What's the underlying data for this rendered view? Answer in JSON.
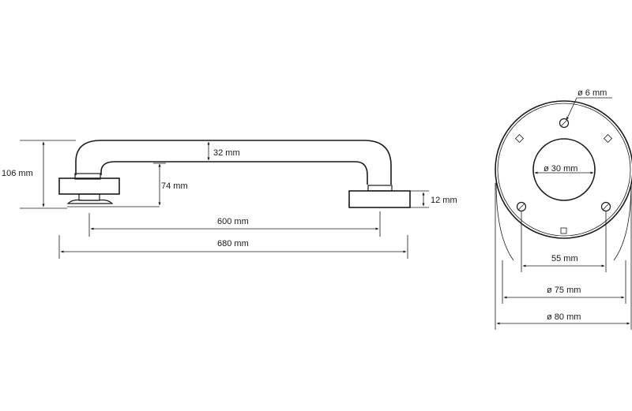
{
  "side_view": {
    "height_total": "106 mm",
    "tube_diameter": "32 mm",
    "clearance": "74 mm",
    "base_thickness": "12 mm",
    "center_distance": "600 mm",
    "overall_length": "680 mm"
  },
  "end_view": {
    "screw_hole": "ø 6 mm",
    "center_hole": "ø 30 mm",
    "hole_spacing": "55 mm",
    "inner_diameter": "ø 75 mm",
    "outer_diameter": "ø 80 mm"
  },
  "colors": {
    "ink": "#1a1a1a",
    "background": "#ffffff"
  }
}
